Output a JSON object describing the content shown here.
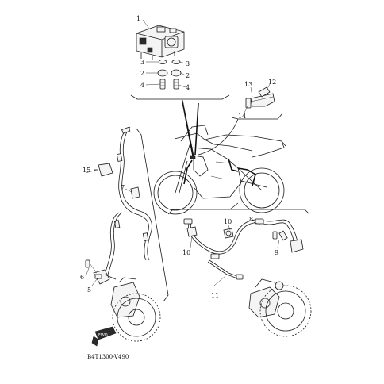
{
  "callouts": {
    "c1": "1",
    "c2a": "2",
    "c2b": "2",
    "c3a": "3",
    "c3b": "3",
    "c4a": "4",
    "c4b": "4",
    "c5": "5",
    "c6": "6",
    "c7": "7",
    "c8": "8",
    "c9": "9",
    "c10a": "10",
    "c10b": "10",
    "c11": "11",
    "c12": "12",
    "c13": "13",
    "c14": "14",
    "c15": "15"
  },
  "fwd_label": "FWD",
  "diagram_code": "B4T1300-V490"
}
